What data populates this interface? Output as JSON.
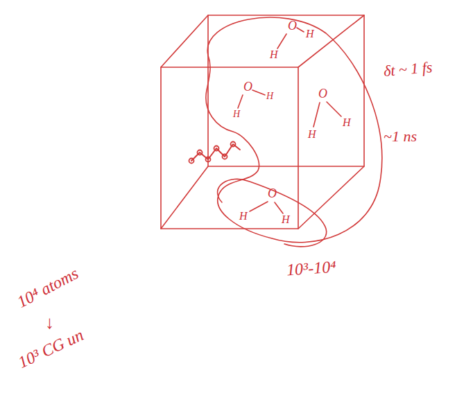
{
  "diagram": {
    "labels": [
      "δt ~ 1 fs",
      "O",
      "H",
      "H",
      "O",
      "H",
      "H",
      "O",
      "H",
      "H",
      "~1 ns",
      "O",
      "H",
      "H",
      "10³-10⁴",
      "10⁴ atoms",
      "↓",
      "10³ CG un"
    ]
  }
}
